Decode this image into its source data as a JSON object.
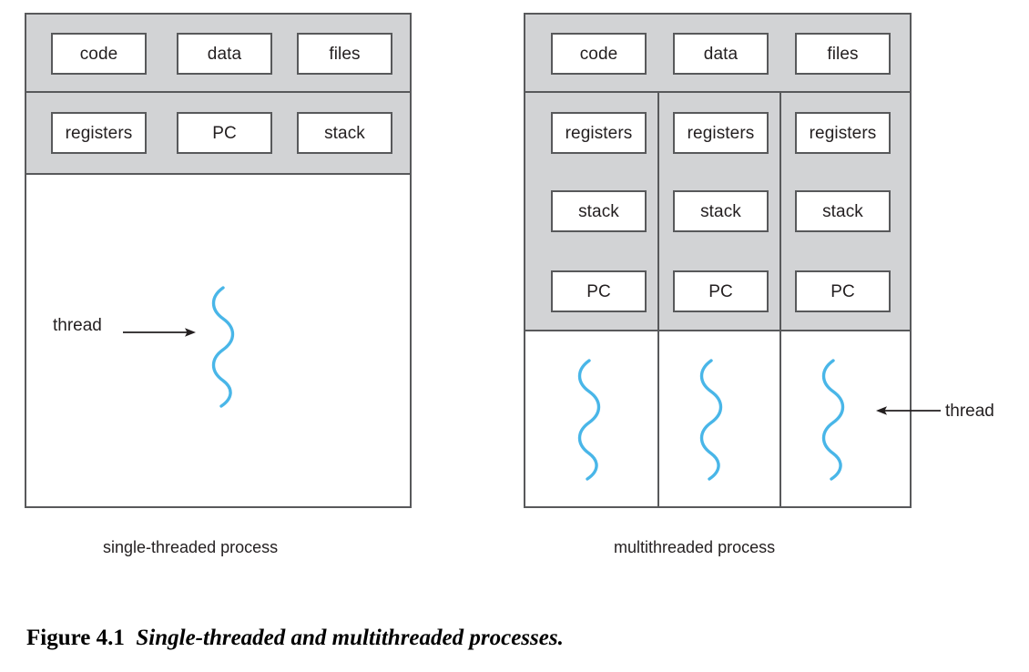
{
  "figure": {
    "number_label": "Figure 4.1",
    "title": "Single-threaded and multithreaded processes."
  },
  "left_process": {
    "caption": "single-threaded process",
    "shared_row": [
      "code",
      "data",
      "files"
    ],
    "per_thread_row": [
      "registers",
      "PC",
      "stack"
    ],
    "thread_label": "thread",
    "thread_count": 1,
    "colors": {
      "band": "#d2d3d5",
      "border": "#58595b",
      "thread": "#49b6e8"
    }
  },
  "right_process": {
    "caption": "multithreaded process",
    "shared_row": [
      "code",
      "data",
      "files"
    ],
    "columns": [
      {
        "items": [
          "registers",
          "stack",
          "PC"
        ]
      },
      {
        "items": [
          "registers",
          "stack",
          "PC"
        ]
      },
      {
        "items": [
          "registers",
          "stack",
          "PC"
        ]
      }
    ],
    "thread_label": "thread",
    "thread_count": 3,
    "colors": {
      "band": "#d2d3d5",
      "border": "#58595b",
      "thread": "#49b6e8"
    }
  }
}
